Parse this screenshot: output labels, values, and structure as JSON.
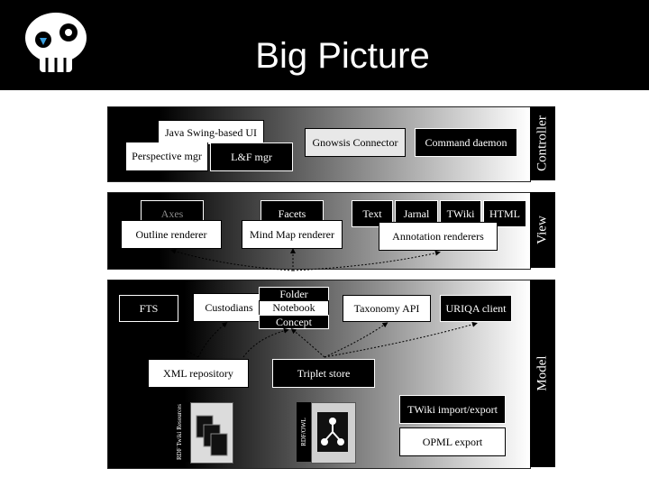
{
  "slide": {
    "title": "Big Picture"
  },
  "layers": {
    "controller": "Controller",
    "view": "View",
    "model": "Model"
  },
  "controller": {
    "java_swing_ui": "Java Swing-based UI",
    "perspective_mgr": "Perspective mgr",
    "lf_mgr": "L&F mgr",
    "gnowsis_connector": "Gnowsis Connector",
    "command_daemon": "Command daemon"
  },
  "view": {
    "axes": "Axes",
    "facets": "Facets",
    "text": "Text",
    "jarnal": "Jarnal",
    "twiki": "TWiki",
    "html": "HTML",
    "outline_renderer": "Outline renderer",
    "mind_map_renderer": "Mind Map renderer",
    "annotation_renderers": "Annotation renderers"
  },
  "model": {
    "fts": "FTS",
    "custodians": "Custodians",
    "folder": "Folder",
    "notebook": "Notebook",
    "concept": "Concept",
    "taxonomy_api": "Taxonomy API",
    "uriqa_client": "URIQA client",
    "xml_repository": "XML repository",
    "triplet_store": "Triplet store",
    "twiki_import_export": "TWiki import/export",
    "opml_export": "OPML export",
    "rdf_owl_label": "RDF/OWL",
    "rdf_label": "RDF Twiki Resources"
  }
}
